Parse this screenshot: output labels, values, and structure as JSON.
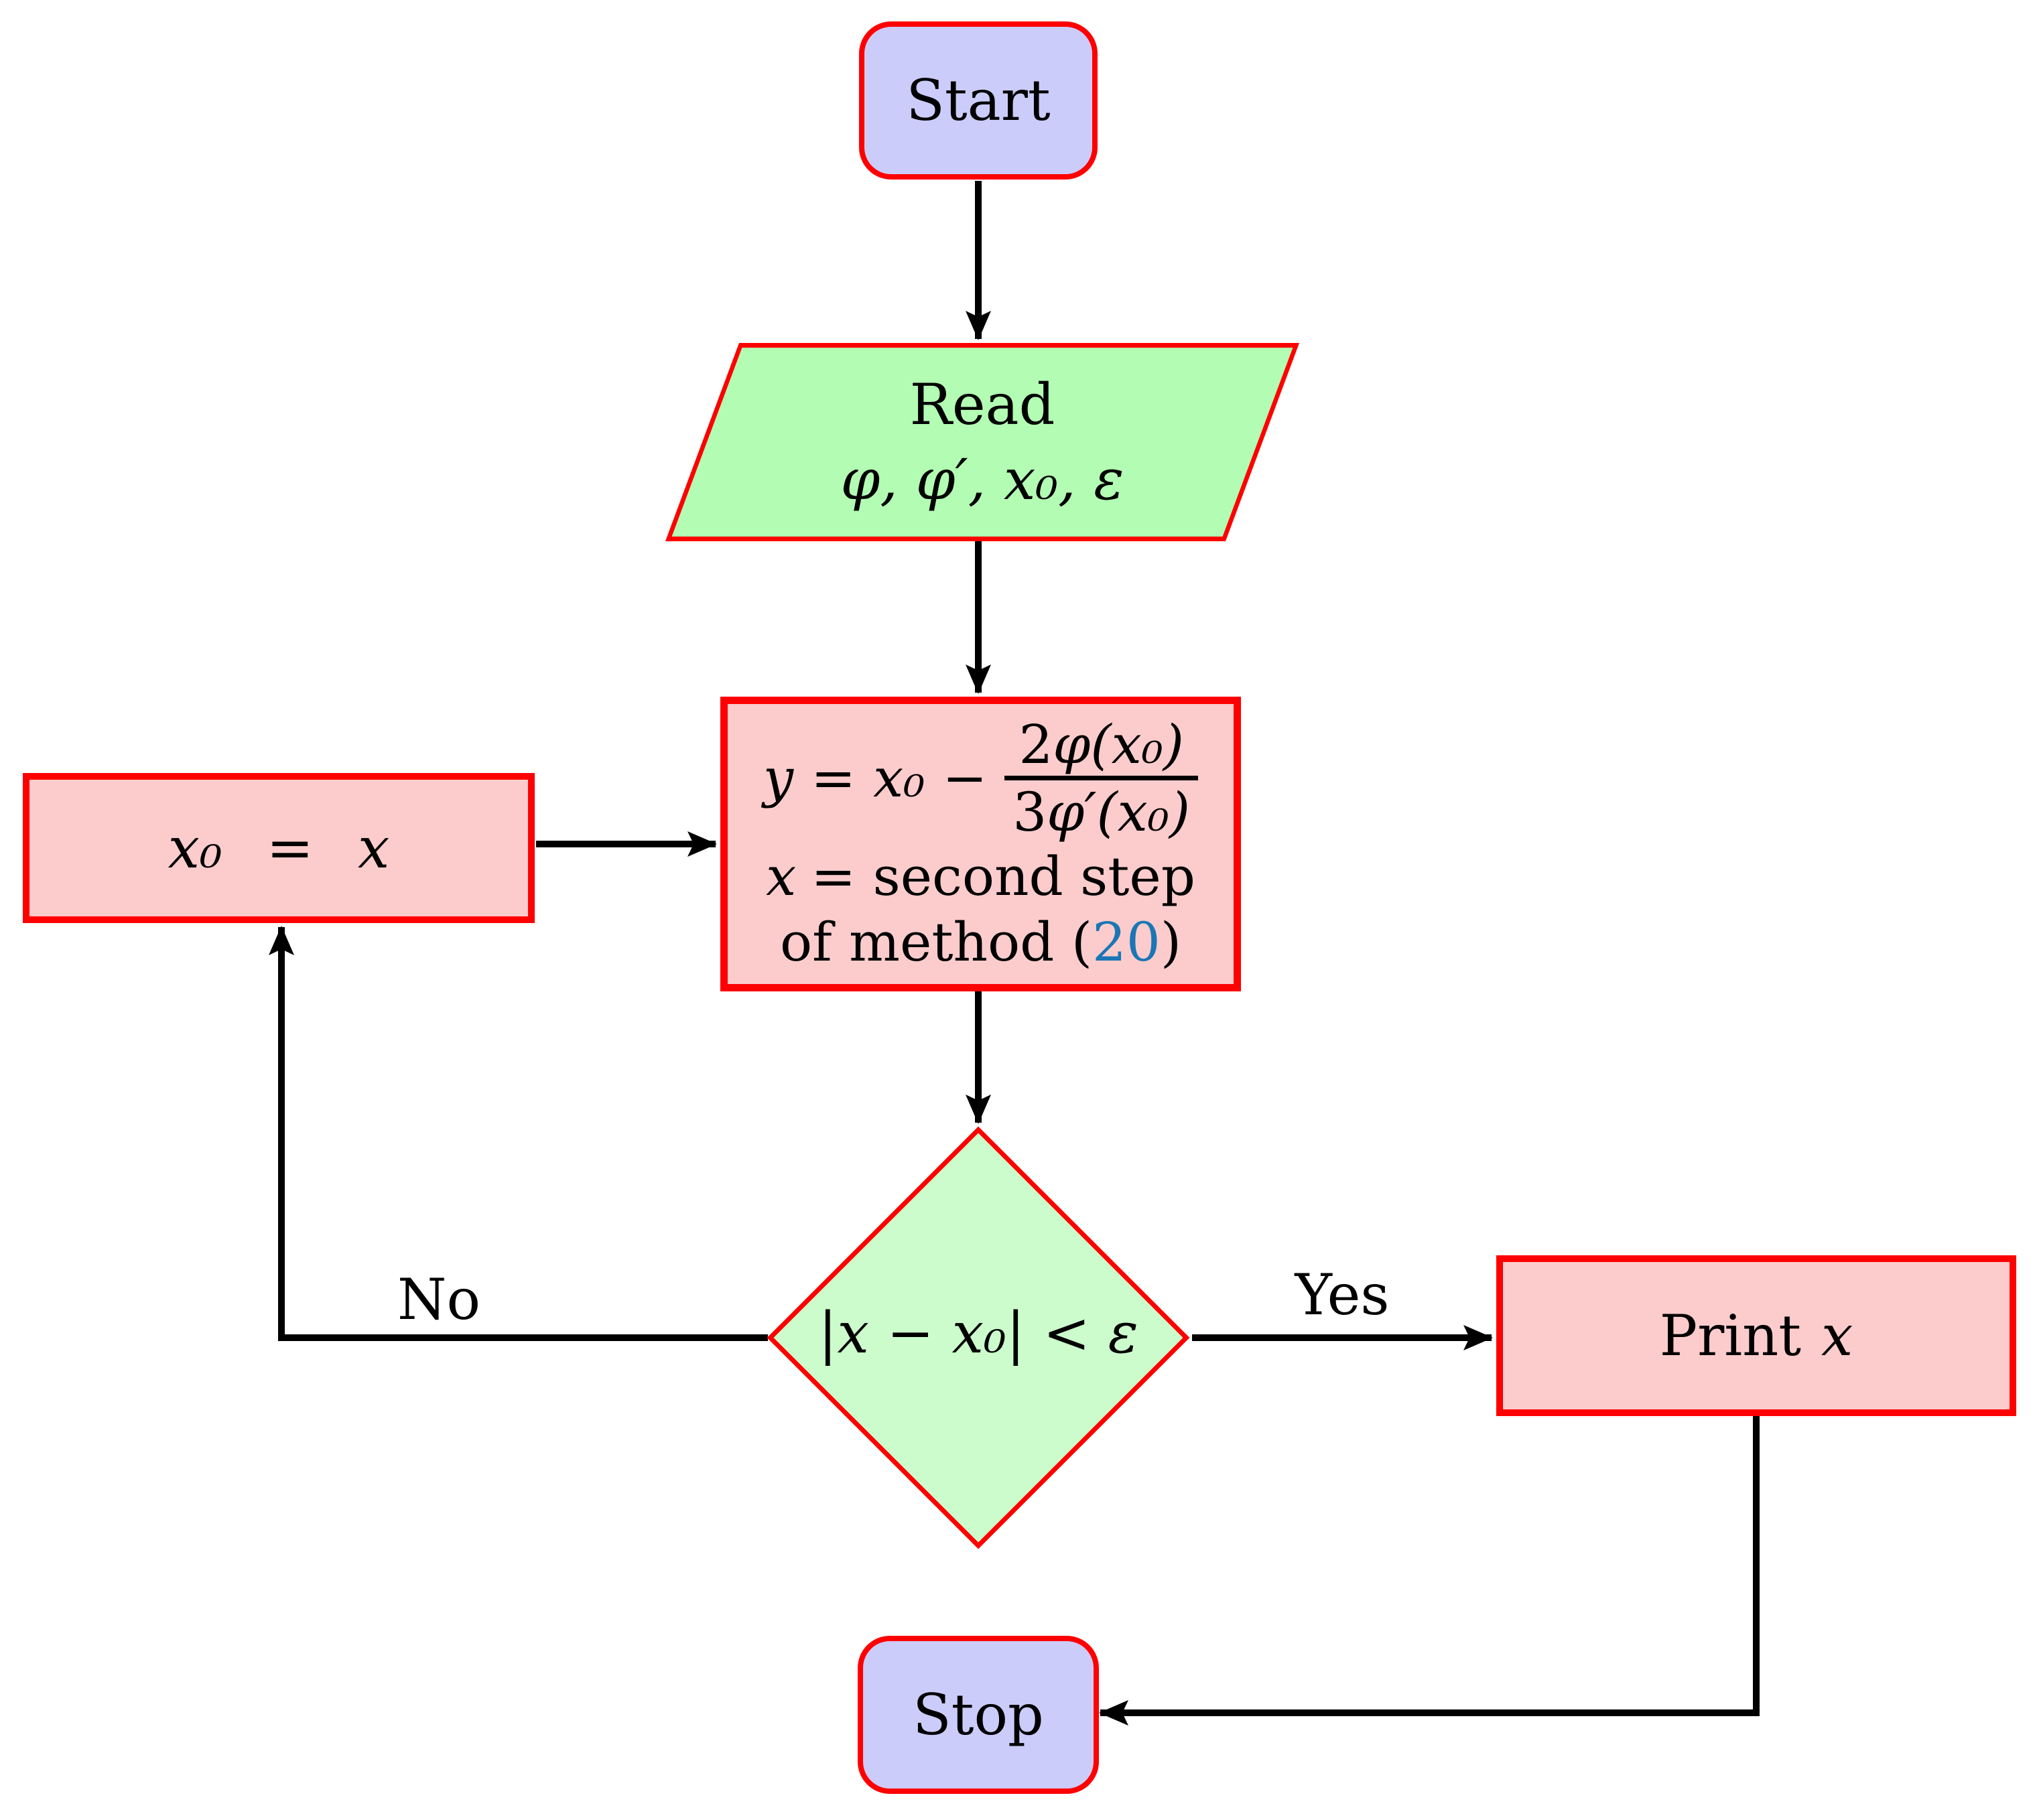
{
  "nodes": {
    "start": {
      "label": "Start"
    },
    "read": {
      "title": "Read",
      "args": "φ, φ′, x₀, ε"
    },
    "compute": {
      "eq_y": "y",
      "eq_rel": "=",
      "eq_x0": "x₀",
      "eq_minus": "−",
      "frac_num_coef": "2",
      "frac_num_rest": "φ(x₀)",
      "frac_den_coef": "3",
      "frac_den_rest": "φ′(x₀)",
      "line2_var": "x",
      "line2_rest": "= second step",
      "line3_pre": "of method (",
      "line3_ref": "20",
      "line3_post": ")"
    },
    "decision": {
      "condition": "|x − x₀| < ε"
    },
    "assign": {
      "lhs": "x₀",
      "rel": "=",
      "rhs": "x"
    },
    "print": {
      "verb": "Print",
      "var": "x"
    },
    "stop": {
      "label": "Stop"
    }
  },
  "edges": {
    "yes": "Yes",
    "no": "No"
  },
  "colors": {
    "red": "#fe0000",
    "lavender": "#ccccfa",
    "pink": "#fccccc",
    "green-mid": "#b3fcb3",
    "green-light": "#ccfccc",
    "ref-blue": "#1b76b5",
    "line-black": "#000000"
  }
}
